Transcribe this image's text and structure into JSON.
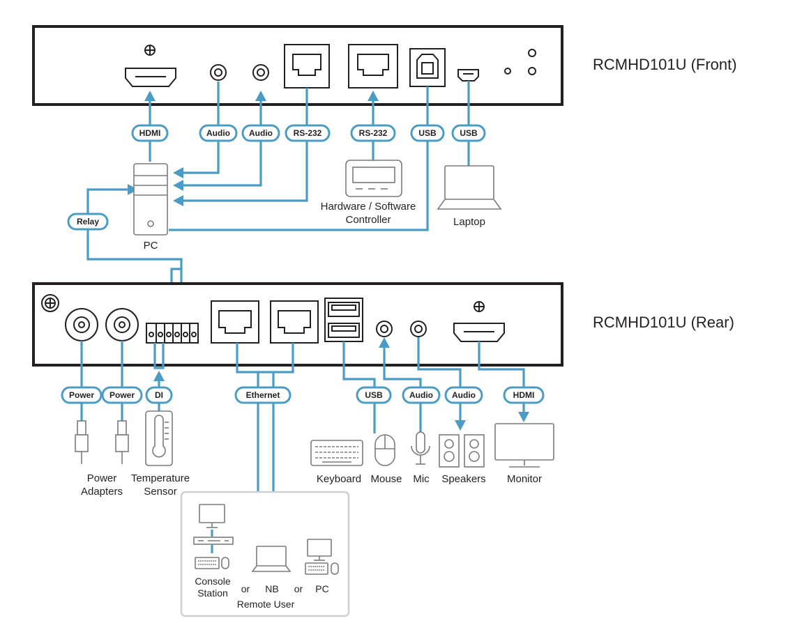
{
  "front_title": "RCMHD101U (Front)",
  "rear_title": "RCMHD101U (Rear)",
  "labels": {
    "front_hdmi": "HDMI",
    "front_audio1": "Audio",
    "front_audio2": "Audio",
    "front_rs232_pc": "RS-232",
    "front_rs232_ctrl": "RS-232",
    "front_usb_pc": "USB",
    "front_usb_laptop": "USB",
    "relay": "Relay",
    "power1": "Power",
    "power2": "Power",
    "di": "DI",
    "ethernet": "Ethernet",
    "rear_usb": "USB",
    "rear_audio_mic": "Audio",
    "rear_audio_spk": "Audio",
    "rear_hdmi": "HDMI"
  },
  "captions": {
    "pc": "PC",
    "controller_line1": "Hardware / Software",
    "controller_line2": "Controller",
    "laptop": "Laptop",
    "power_line1": "Power",
    "power_line2": "Adapters",
    "temp_line1": "Temperature",
    "temp_line2": "Sensor",
    "keyboard": "Keyboard",
    "mouse": "Mouse",
    "mic": "Mic",
    "speakers": "Speakers",
    "monitor": "Monitor",
    "console_line1": "Console",
    "console_line2": "Station",
    "or1": "or",
    "nb": "NB",
    "or2": "or",
    "remote_pc": "PC",
    "remote_user": "Remote User"
  },
  "colors": {
    "wire": "#4a9cc4",
    "panel": "#231f20",
    "device": "#7a7a7a"
  }
}
